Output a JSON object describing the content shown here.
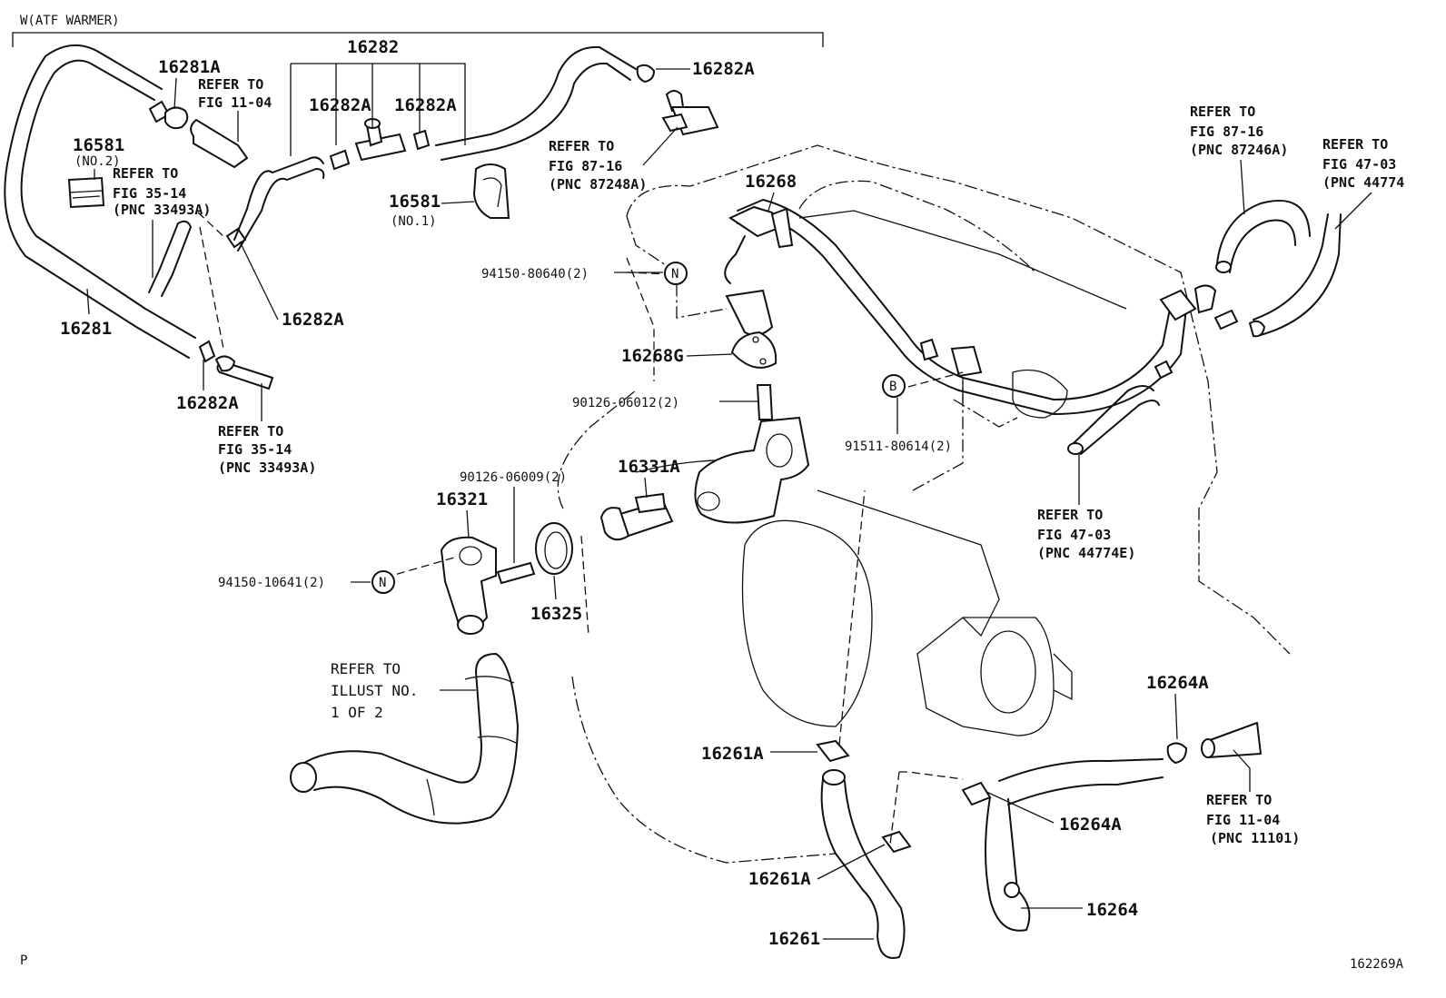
{
  "section_title": "W(ATF WARMER)",
  "figure_id": "162269A",
  "corner_mark": "P",
  "symbols": {
    "n": "N",
    "b": "B"
  },
  "labels": {
    "p16281A": "16281A",
    "p16282": "16282",
    "p16282A_top_left": "16282A",
    "p16282A_top_mid": "16282A",
    "p16282A_top_right": "16282A",
    "p16282A_mid": "16282A",
    "p16282A_bottom": "16282A",
    "p16581_no2": "16581",
    "p16581_no2_note": "(NO.2)",
    "p16581_no1": "16581",
    "p16581_no1_note": "(NO.1)",
    "p16281": "16281",
    "p16268": "16268",
    "p94150_80640": "94150-80640(2)",
    "p16268G": "16268G",
    "p90126_06012": "90126-06012(2)",
    "p91511_80614": "91511-80614(2)",
    "p90126_06009": "90126-06009(2)",
    "p16331A": "16331A",
    "p16321": "16321",
    "p94150_10641": "94150-10641(2)",
    "p16325": "16325",
    "p16264A_top": "16264A",
    "p16264A_mid": "16264A",
    "p16264": "16264",
    "p16261A_top": "16261A",
    "p16261A_bottom": "16261A",
    "p16261": "16261"
  },
  "references": {
    "ref_fig11_top": [
      "REFER TO",
      "FIG 11-04"
    ],
    "ref_fig35_top": [
      "REFER TO",
      "FIG 35-14",
      "(PNC 33493A)"
    ],
    "ref_fig35_bottom": [
      "REFER TO",
      "FIG 35-14",
      "(PNC 33493A)"
    ],
    "ref_fig87_mid": [
      "REFER TO",
      "FIG 87-16",
      "(PNC 87248A)"
    ],
    "ref_fig87_right": [
      "REFER TO",
      "FIG 87-16",
      "(PNC 87246A)"
    ],
    "ref_fig47_right": [
      "REFER TO",
      "FIG 47-03",
      "(PNC 44774"
    ],
    "ref_fig47_mid": [
      "REFER TO",
      "FIG 47-03",
      "(PNC 44774E)"
    ],
    "ref_fig11_bottom": [
      "REFER TO",
      "FIG 11-04",
      "(PNC 11101)"
    ],
    "ref_illust": [
      "REFER TO",
      "ILLUST NO.",
      "1 OF 2"
    ]
  }
}
